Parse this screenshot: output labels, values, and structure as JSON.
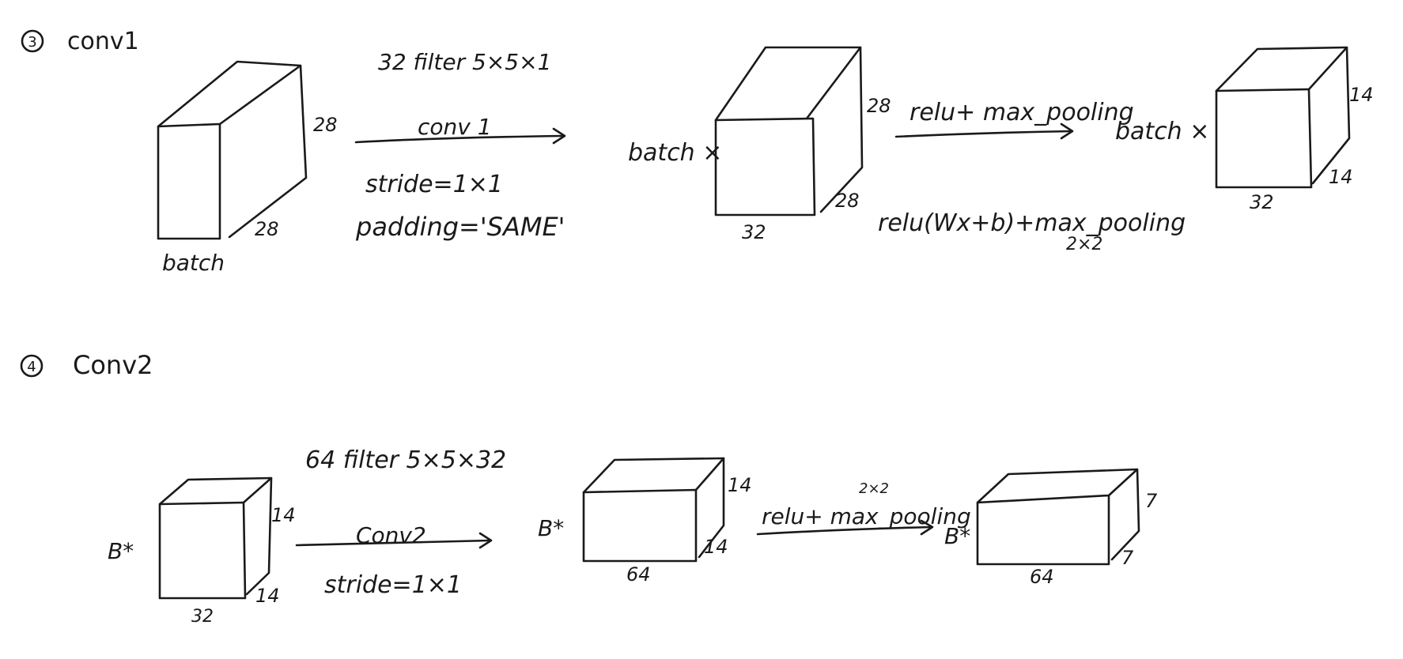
{
  "section1": {
    "number": "3",
    "title": "conv1",
    "input_cube": {
      "height": "28",
      "depth": "28",
      "width": "batch"
    },
    "op": {
      "filter": "32 filter 5×5×1",
      "name": "conv 1",
      "stride": "stride=1×1",
      "padding": "padding='SAME'"
    },
    "mid_prefix": "batch ×",
    "mid_cube": {
      "height": "28",
      "depth": "28",
      "width": "32"
    },
    "pool_op": {
      "name": "relu+ max_pooling",
      "formula": "relu(Wx+b)+max_pooling",
      "size": "2×2"
    },
    "out_prefix": "batch ×",
    "out_cube": {
      "height": "14",
      "depth": "14",
      "width": "32"
    }
  },
  "section2": {
    "number": "4",
    "title": "Conv2",
    "input_prefix": "B*",
    "input_cube": {
      "height": "14",
      "depth": "14",
      "width": "32"
    },
    "op": {
      "filter": "64 filter 5×5×32",
      "name": "Conv2",
      "stride": "stride=1×1"
    },
    "mid_prefix": "B*",
    "mid_cube": {
      "height": "14",
      "depth": "14",
      "width": "64"
    },
    "pool_op": {
      "name": "relu+ max_pooling",
      "size": "2×2"
    },
    "out_prefix": "B*",
    "out_cube": {
      "height": "7",
      "depth": "7",
      "width": "64"
    }
  }
}
